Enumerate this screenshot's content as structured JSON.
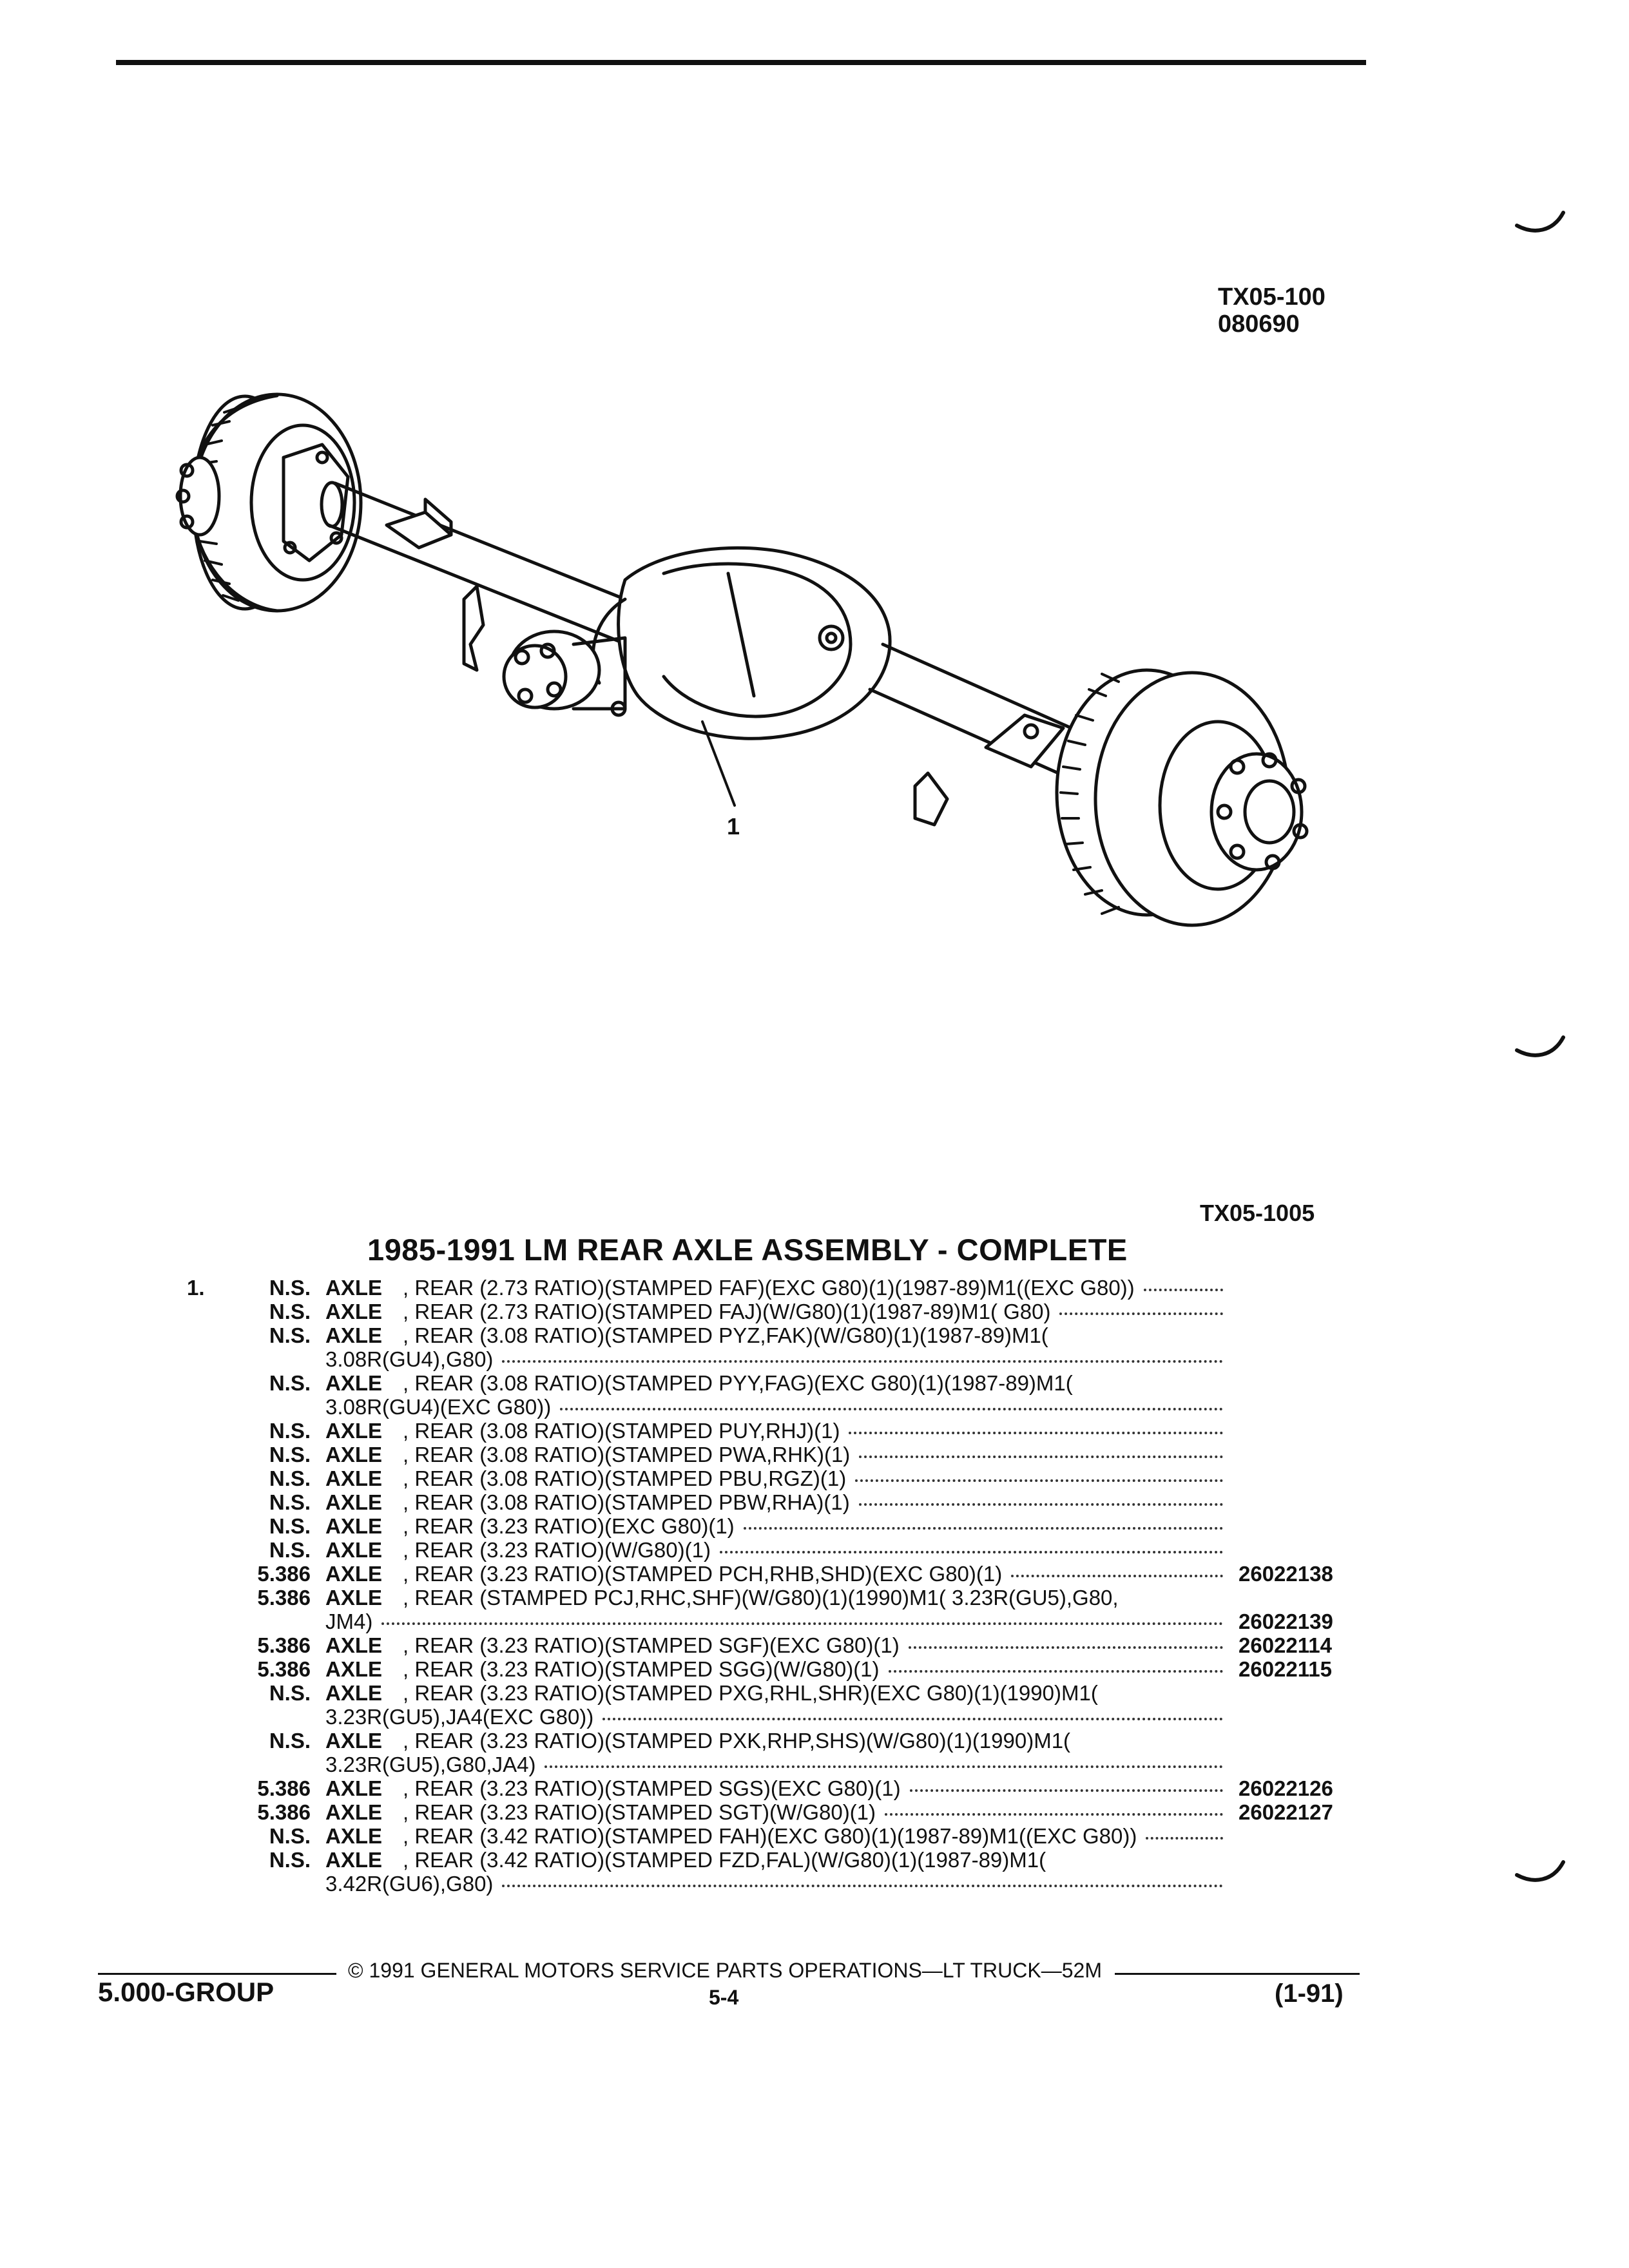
{
  "header": {
    "ref_line1": "TX05-100",
    "ref_line2": "080690"
  },
  "figure": {
    "callout": "1",
    "ref": "TX05-1005"
  },
  "section": {
    "title": "1985-1991 LM REAR AXLE ASSEMBLY - COMPLETE"
  },
  "parts": [
    {
      "index": "1.",
      "code": "N.S.",
      "name": "AXLE",
      "desc": ", REAR (2.73 RATIO)(STAMPED FAF)(EXC G80)(1)(1987-89)M1((EXC G80))",
      "desc2": "",
      "pn": ""
    },
    {
      "index": "",
      "code": "N.S.",
      "name": "AXLE",
      "desc": ", REAR (2.73 RATIO)(STAMPED FAJ)(W/G80)(1)(1987-89)M1( G80)",
      "desc2": "",
      "pn": ""
    },
    {
      "index": "",
      "code": "N.S.",
      "name": "AXLE",
      "desc": ", REAR (3.08 RATIO)(STAMPED PYZ,FAK)(W/G80)(1)(1987-89)M1(",
      "desc2": "3.08R(GU4),G80)",
      "pn": ""
    },
    {
      "index": "",
      "code": "N.S.",
      "name": "AXLE",
      "desc": ", REAR (3.08 RATIO)(STAMPED PYY,FAG)(EXC G80)(1)(1987-89)M1(",
      "desc2": "3.08R(GU4)(EXC G80))",
      "pn": ""
    },
    {
      "index": "",
      "code": "N.S.",
      "name": "AXLE",
      "desc": ", REAR (3.08 RATIO)(STAMPED PUY,RHJ)(1)",
      "desc2": "",
      "pn": ""
    },
    {
      "index": "",
      "code": "N.S.",
      "name": "AXLE",
      "desc": ", REAR (3.08 RATIO)(STAMPED PWA,RHK)(1)",
      "desc2": "",
      "pn": ""
    },
    {
      "index": "",
      "code": "N.S.",
      "name": "AXLE",
      "desc": ", REAR (3.08 RATIO)(STAMPED PBU,RGZ)(1)",
      "desc2": "",
      "pn": ""
    },
    {
      "index": "",
      "code": "N.S.",
      "name": "AXLE",
      "desc": ", REAR (3.08 RATIO)(STAMPED PBW,RHA)(1)",
      "desc2": "",
      "pn": ""
    },
    {
      "index": "",
      "code": "N.S.",
      "name": "AXLE",
      "desc": ", REAR (3.23 RATIO)(EXC G80)(1)",
      "desc2": "",
      "pn": ""
    },
    {
      "index": "",
      "code": "N.S.",
      "name": "AXLE",
      "desc": ", REAR (3.23 RATIO)(W/G80)(1)",
      "desc2": "",
      "pn": ""
    },
    {
      "index": "",
      "code": "5.386",
      "name": "AXLE",
      "desc": ", REAR (3.23 RATIO)(STAMPED PCH,RHB,SHD)(EXC G80)(1)",
      "desc2": "",
      "pn": "26022138"
    },
    {
      "index": "",
      "code": "5.386",
      "name": "AXLE",
      "desc": ", REAR (STAMPED PCJ,RHC,SHF)(W/G80)(1)(1990)M1( 3.23R(GU5),G80,",
      "desc2": "JM4)",
      "pn": "26022139"
    },
    {
      "index": "",
      "code": "5.386",
      "name": "AXLE",
      "desc": ", REAR (3.23 RATIO)(STAMPED SGF)(EXC G80)(1)",
      "desc2": "",
      "pn": "26022114"
    },
    {
      "index": "",
      "code": "5.386",
      "name": "AXLE",
      "desc": ", REAR (3.23 RATIO)(STAMPED SGG)(W/G80)(1)",
      "desc2": "",
      "pn": "26022115"
    },
    {
      "index": "",
      "code": "N.S.",
      "name": "AXLE",
      "desc": ", REAR (3.23 RATIO)(STAMPED PXG,RHL,SHR)(EXC G80)(1)(1990)M1(",
      "desc2": "3.23R(GU5),JA4(EXC G80))",
      "pn": ""
    },
    {
      "index": "",
      "code": "N.S.",
      "name": "AXLE",
      "desc": ", REAR (3.23 RATIO)(STAMPED PXK,RHP,SHS)(W/G80)(1)(1990)M1(",
      "desc2": "3.23R(GU5),G80,JA4)",
      "pn": ""
    },
    {
      "index": "",
      "code": "5.386",
      "name": "AXLE",
      "desc": ", REAR (3.23 RATIO)(STAMPED SGS)(EXC G80)(1)",
      "desc2": "",
      "pn": "26022126"
    },
    {
      "index": "",
      "code": "5.386",
      "name": "AXLE",
      "desc": ", REAR (3.23 RATIO)(STAMPED SGT)(W/G80)(1)",
      "desc2": "",
      "pn": "26022127"
    },
    {
      "index": "",
      "code": "N.S.",
      "name": "AXLE",
      "desc": ", REAR (3.42 RATIO)(STAMPED FAH)(EXC G80)(1)(1987-89)M1((EXC G80))",
      "desc2": "",
      "pn": ""
    },
    {
      "index": "",
      "code": "N.S.",
      "name": "AXLE",
      "desc": ", REAR (3.42 RATIO)(STAMPED FZD,FAL)(W/G80)(1)(1987-89)M1(",
      "desc2": "3.42R(GU6),G80)",
      "pn": ""
    }
  ],
  "footer": {
    "group": "5.000-GROUP",
    "copyright": "© 1991 GENERAL MOTORS SERVICE PARTS OPERATIONS—LT TRUCK—52M",
    "page": "5-4",
    "revision": "(1-91)"
  }
}
